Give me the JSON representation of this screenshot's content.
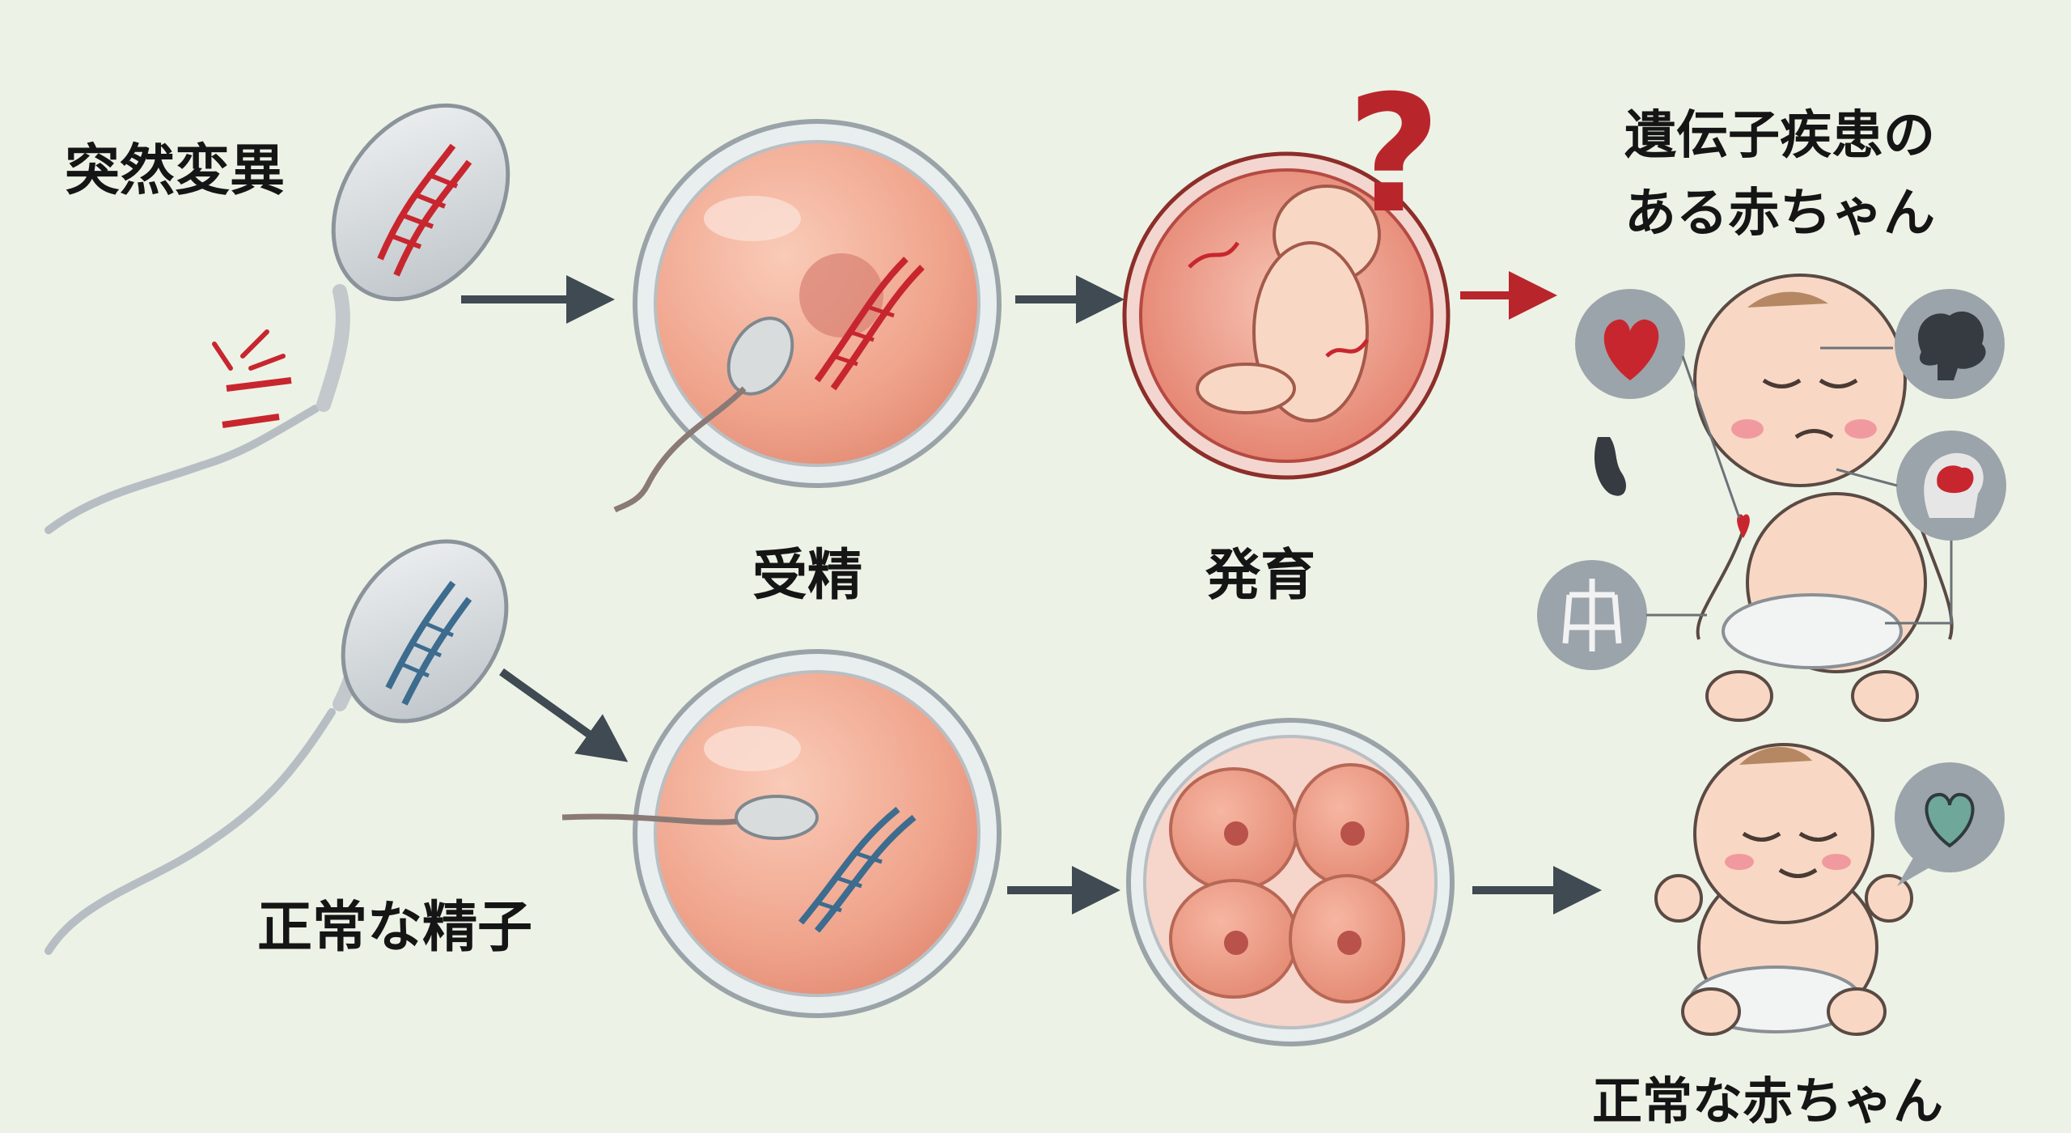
{
  "labels": {
    "mutation": "突然変異",
    "fertilization": "受精",
    "development": "発育",
    "normal_sperm": "正常な精子",
    "disease_baby_line1": "遺伝子疾患の",
    "disease_baby_line2": "ある赤ちゃん",
    "normal_baby": "正常な赤ちゃん",
    "question_mark": "?"
  },
  "colors": {
    "background": "#edf2e6",
    "arrow": "#3f4a52",
    "alert": "#b8262b",
    "cell_fill": "#f0a993",
    "cell_ring": "#c9ced1",
    "dna_red": "#c8262e",
    "dna_blue": "#3d6c8f",
    "skin": "#f8d8c4",
    "heart_bubble": "#6fa79a"
  },
  "icons": [
    "heart-organ-icon",
    "brain-icon",
    "head-brain-icon",
    "stomach-icon",
    "skeleton-icon",
    "heart-speech-icon"
  ]
}
